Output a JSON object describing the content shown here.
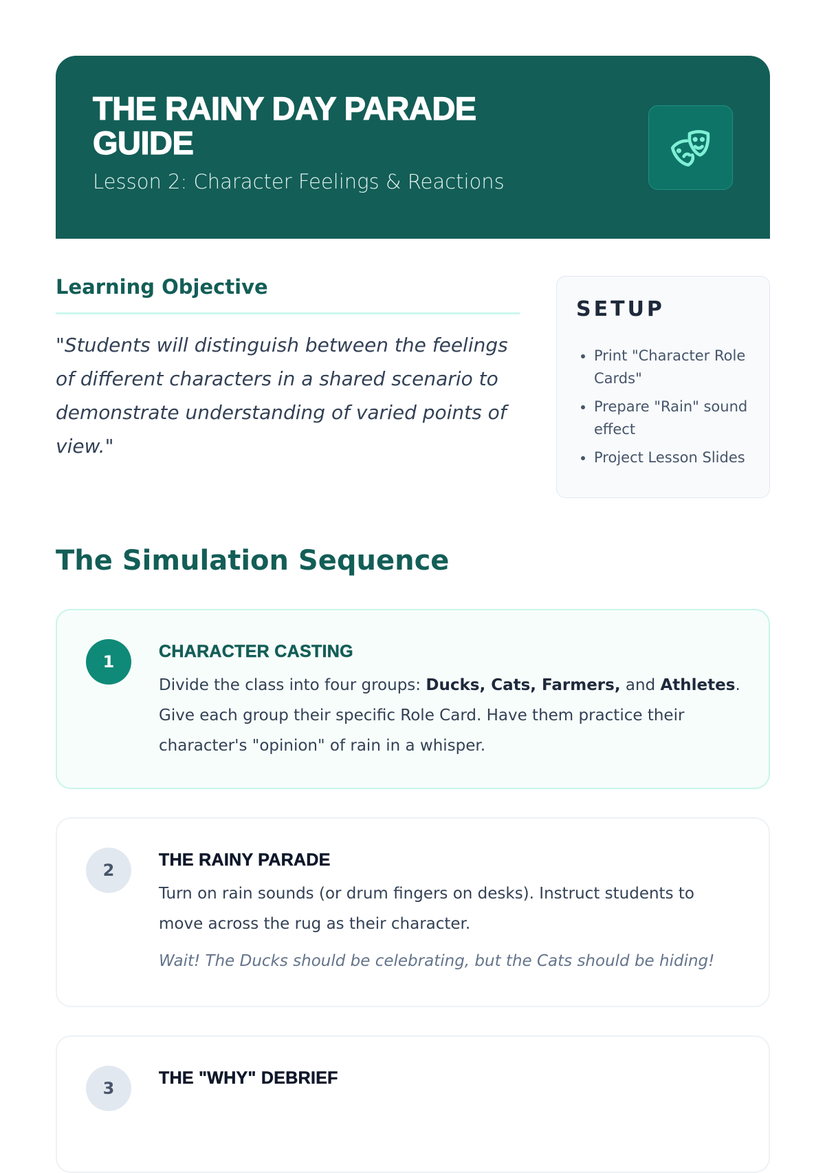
{
  "header": {
    "title": "THE RAINY DAY PARADE GUIDE",
    "subtitle": "Lesson 2: Character Feelings & Reactions",
    "icon": "theater-masks-icon"
  },
  "objective": {
    "heading": "Learning Objective",
    "text": "\"Students will distinguish between the feelings of different characters in a shared scenario to demonstrate understanding of varied points of view.\""
  },
  "setup": {
    "heading": "SETUP",
    "items": [
      "Print \"Character Role Cards\"",
      "Prepare \"Rain\" sound effect",
      "Project Lesson Slides"
    ]
  },
  "sequence": {
    "heading": "The Simulation Sequence",
    "steps": [
      {
        "number": "1",
        "title": "CHARACTER CASTING",
        "pre": "Divide the class into four groups: ",
        "b1": "Ducks, Cats, Farmers,",
        "mid": " and ",
        "b2": "Athletes",
        "post": ". Give each group their specific Role Card. Have them practice their character's \"opinion\" of rain in a whisper."
      },
      {
        "number": "2",
        "title": "THE RAINY PARADE",
        "text": "Turn on rain sounds (or drum fingers on desks). Instruct students to move across the rug as their character.",
        "note": "Wait! The Ducks should be celebrating, but the Cats should be hiding!"
      },
      {
        "number": "3",
        "title": "THE \"WHY\" DEBRIEF"
      }
    ]
  },
  "colors": {
    "primary": "#135e57",
    "accent": "#0f8a78",
    "mint": "#ccf7ee"
  }
}
